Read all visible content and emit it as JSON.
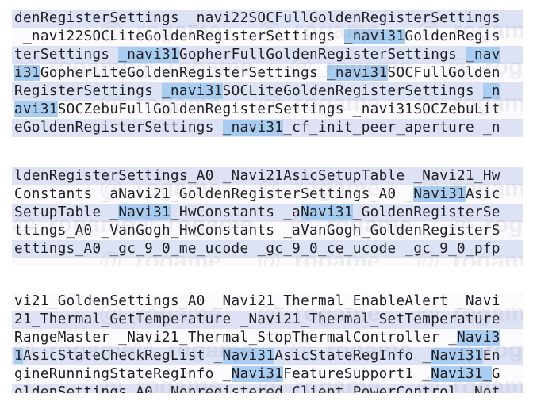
{
  "watermark": "@_rogame",
  "colors": {
    "highlight": "#a9cdf1",
    "row_shade": "#dde2f4",
    "text": "#1d1d22"
  },
  "blocks": [
    {
      "lines": [
        {
          "bg": "shade",
          "segs": [
            [
              "denRegisterSettings _navi22SOCFullGoldenRegisterSettings",
              false
            ]
          ]
        },
        {
          "bg": "plain",
          "segs": [
            [
              " _navi22SOCLiteGoldenRegisterSettings ",
              false
            ],
            [
              "_navi31",
              true
            ],
            [
              "GoldenRegis",
              false
            ]
          ]
        },
        {
          "bg": "shade",
          "segs": [
            [
              "terSettings ",
              false
            ],
            [
              "_navi31",
              true
            ],
            [
              "GopherFullGoldenRegisterSettings ",
              false
            ],
            [
              "_nav",
              true
            ]
          ]
        },
        {
          "bg": "plain",
          "segs": [
            [
              "i31",
              true
            ],
            [
              "GopherLiteGoldenRegisterSettings ",
              false
            ],
            [
              "_navi31",
              true
            ],
            [
              "SOCFullGolden",
              false
            ]
          ]
        },
        {
          "bg": "shade",
          "segs": [
            [
              "RegisterSettings ",
              false
            ],
            [
              "_navi31",
              true
            ],
            [
              "SOCLiteGoldenRegisterSettings ",
              false
            ],
            [
              "_n",
              true
            ]
          ]
        },
        {
          "bg": "plain",
          "segs": [
            [
              "avi31",
              true
            ],
            [
              "SOCZebuFullGoldenRegisterSettings _navi31SOCZebuLit",
              false
            ]
          ]
        },
        {
          "bg": "shade",
          "segs": [
            [
              "eGoldenRegisterSettings ",
              false
            ],
            [
              "_navi31",
              true
            ],
            [
              "_cf_init_peer_aperture _n",
              false
            ]
          ]
        }
      ]
    },
    {
      "lines": [
        {
          "bg": "shade",
          "segs": [
            [
              "ldenRegisterSettings_A0 _Navi21AsicSetupTable _Navi21_Hw",
              false
            ]
          ]
        },
        {
          "bg": "plain",
          "segs": [
            [
              "Constants _aNavi21_GoldenRegisterSettings_A0 _",
              false
            ],
            [
              "Navi31",
              true
            ],
            [
              "Asic",
              false
            ]
          ]
        },
        {
          "bg": "shade",
          "segs": [
            [
              "SetupTable _",
              false
            ],
            [
              "Navi31",
              true
            ],
            [
              "_HwConstants _a",
              false
            ],
            [
              "Navi31",
              true
            ],
            [
              "_GoldenRegisterSe",
              false
            ]
          ]
        },
        {
          "bg": "plain",
          "segs": [
            [
              "ttings_A0 _VanGogh_HwConstants _aVanGogh_GoldenRegisterS",
              false
            ]
          ]
        },
        {
          "bg": "shade",
          "segs": [
            [
              "ettings_A0 _gc_9_0_me_ucode _gc_9_0_ce_ucode _gc_9_0_pfp",
              false
            ]
          ]
        },
        {
          "bg": "plain",
          "segs": [
            [
              " ",
              false
            ]
          ]
        }
      ]
    },
    {
      "lines": [
        {
          "bg": "plain",
          "segs": [
            [
              "vi21_GoldenSettings_A0 _Navi21_Thermal_EnableAlert _Navi",
              false
            ]
          ]
        },
        {
          "bg": "shade",
          "segs": [
            [
              "21_Thermal_GetTemperature _Navi21_Thermal_SetTemperature",
              false
            ]
          ]
        },
        {
          "bg": "plain",
          "segs": [
            [
              "RangeMaster _Navi21_Thermal_StopThermalController _",
              false
            ],
            [
              "Navi3",
              true
            ]
          ]
        },
        {
          "bg": "shade",
          "segs": [
            [
              "1",
              true
            ],
            [
              "AsicStateCheckRegList _",
              false
            ],
            [
              "Navi31",
              true
            ],
            [
              "AsicStateRegInfo _",
              false
            ],
            [
              "Navi31",
              true
            ],
            [
              "En",
              false
            ]
          ]
        },
        {
          "bg": "plain",
          "segs": [
            [
              "gineRunningStateRegInfo _",
              false
            ],
            [
              "Navi31",
              true
            ],
            [
              "FeatureSupport1 _",
              false
            ],
            [
              "Navi31_",
              true
            ],
            [
              "G",
              false
            ]
          ]
        },
        {
          "bg": "shade",
          "segs": [
            [
              "oldenSettings_A0 _Nonregistered_Client_PowerControl _Not",
              false
            ]
          ]
        }
      ]
    }
  ]
}
